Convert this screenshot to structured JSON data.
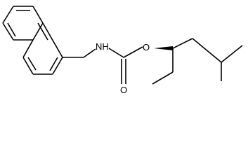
{
  "atoms": {
    "amide_nitrogen": "NH",
    "ether_oxygen": "O",
    "carbonyl_oxygen": "O"
  },
  "colors": {
    "bond": "#000000",
    "background": "#ffffff"
  }
}
